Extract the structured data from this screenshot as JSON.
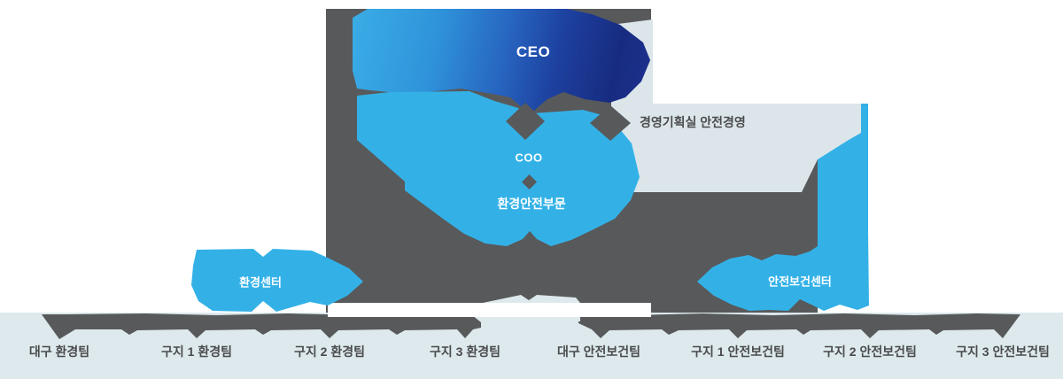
{
  "nodes": {
    "ceo": {
      "label": "CEO"
    },
    "coo": {
      "label": "COO"
    },
    "division": {
      "label": "환경안전부문"
    },
    "staff_office": {
      "label": "경영기획실 안전경영"
    },
    "env_center": {
      "label": "환경센터"
    },
    "safety_center": {
      "label": "안전보건센터"
    }
  },
  "teams": [
    {
      "label": "대구 환경팀"
    },
    {
      "label": "구지 1 환경팀"
    },
    {
      "label": "구지 2 환경팀"
    },
    {
      "label": "구지 3 환경팀"
    },
    {
      "label": "대구 안전보건팀"
    },
    {
      "label": "구지 1 안전보건팀"
    },
    {
      "label": "구지 2 안전보건팀"
    },
    {
      "label": "구지 3 안전보건팀"
    }
  ],
  "colors": {
    "connector_gray": "#58595b",
    "node_blue": "#33b1e7",
    "staff_panel": "#dce6ea",
    "bottom_band": "#dde9ec",
    "ceo_gradient_start": "#3aade6",
    "ceo_gradient_end": "#1e3191",
    "text_dark": "#4a4b4d",
    "text_light": "#ffffff"
  }
}
